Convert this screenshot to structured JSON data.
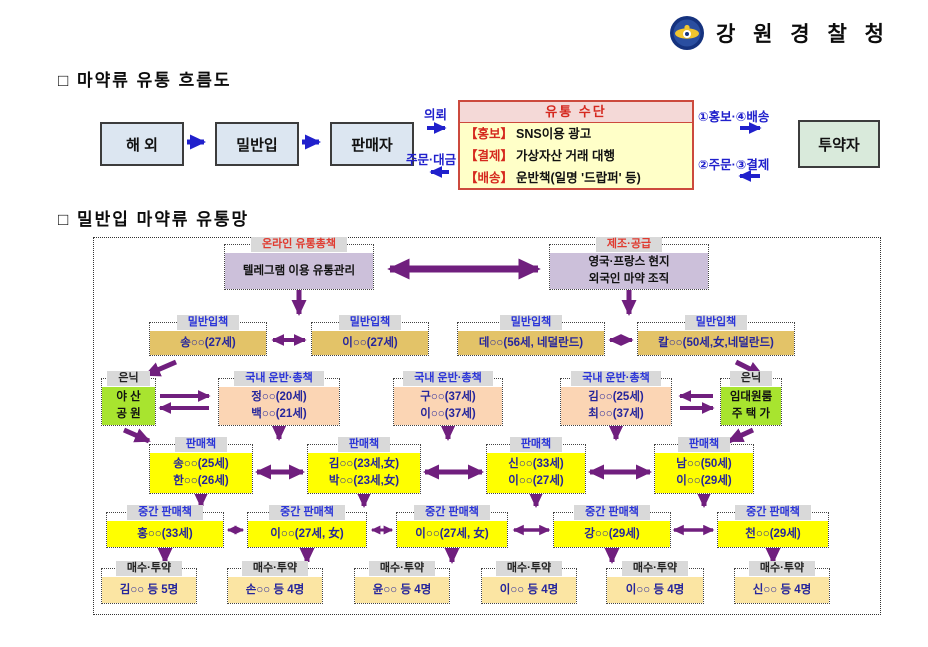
{
  "header": {
    "agency": "강 원 경 찰 청",
    "logo": "korean-police-badge"
  },
  "colors": {
    "arrow_purple": "#701F7E",
    "arrow_blue": "#2020CC",
    "seller_yellow": "#FFFF00",
    "hide_green": "#A8E42F",
    "carrier_peach": "#FBD5B4",
    "smuggler_gold": "#E3C368",
    "boss_purple": "#CCC0DA",
    "buyer_cream": "#FBE5A3"
  },
  "section1": {
    "title": "□ 마약류 유통 흐름도",
    "flow": {
      "overseas": "해 외",
      "smuggling": "밀반입",
      "seller": "판매자",
      "user": "투약자"
    },
    "labels": {
      "request": "의뢰",
      "order_payment": "주문·대금",
      "promo_delivery": "①홍보·④배송",
      "order_pay": "②주문·③결제"
    },
    "channel_box": {
      "title": "유통 수단",
      "rows": [
        {
          "tag": "【홍보】",
          "text": "SNS이용 광고"
        },
        {
          "tag": "【결제】",
          "text": "가상자산 거래 대행"
        },
        {
          "tag": "【배송】",
          "text": "운반책(일명 '드랍퍼' 등)"
        }
      ]
    }
  },
  "section2": {
    "title": "□ 밀반입 마약류 유통망",
    "network": {
      "online_boss": {
        "role": "온라인 유통총책",
        "desc": "텔레그램 이용 유통관리"
      },
      "maker": {
        "role": "제조·공급",
        "members": [
          "영국·프랑스 현지",
          "외국인 마약 조직"
        ]
      },
      "smugglers": [
        {
          "role": "밀반입책",
          "name": "송○○(27세)"
        },
        {
          "role": "밀반입책",
          "name": "이○○(27세)"
        },
        {
          "role": "밀반입책",
          "name": "데○○(56세, 네덜란드)"
        },
        {
          "role": "밀반입책",
          "name": "칼○○(50세,女,네덜란드)"
        }
      ],
      "hide_left": {
        "role": "은닉",
        "members": [
          "야 산",
          "공 원"
        ]
      },
      "hide_right": {
        "role": "은닉",
        "members": [
          "임대원룸",
          "주 택 가"
        ]
      },
      "carriers": [
        {
          "role": "국내 운반·총책",
          "members": [
            "정○○(20세)",
            "백○○(21세)"
          ]
        },
        {
          "role": "국내 운반·총책",
          "members": [
            "구○○(37세)",
            "이○○(37세)"
          ]
        },
        {
          "role": "국내 운반·총책",
          "members": [
            "김○○(25세)",
            "최○○(37세)"
          ]
        }
      ],
      "sellers": [
        {
          "role": "판매책",
          "members": [
            "송○○(25세)",
            "한○○(26세)"
          ]
        },
        {
          "role": "판매책",
          "members": [
            "김○○(23세,女)",
            "박○○(23세,女)"
          ]
        },
        {
          "role": "판매책",
          "members": [
            "신○○(33세)",
            "이○○(27세)"
          ]
        },
        {
          "role": "판매책",
          "members": [
            "남○○(50세)",
            "이○○(29세)"
          ]
        }
      ],
      "mid_sellers": [
        {
          "role": "중간 판매책",
          "name": "홍○○(33세)"
        },
        {
          "role": "중간 판매책",
          "name": "이○○(27세, 女)"
        },
        {
          "role": "중간 판매책",
          "name": "이○○(27세, 女)"
        },
        {
          "role": "중간 판매책",
          "name": "강○○(29세)"
        },
        {
          "role": "중간 판매책",
          "name": "천○○(29세)"
        }
      ],
      "buyers": [
        {
          "role": "매수·투약",
          "name": "김○○ 등 5명"
        },
        {
          "role": "매수·투약",
          "name": "손○○ 등 4명"
        },
        {
          "role": "매수·투약",
          "name": "윤○○ 등 4명"
        },
        {
          "role": "매수·투약",
          "name": "이○○ 등 4명"
        },
        {
          "role": "매수·투약",
          "name": "이○○ 등 4명"
        },
        {
          "role": "매수·투약",
          "name": "신○○ 등 4명"
        }
      ]
    }
  }
}
